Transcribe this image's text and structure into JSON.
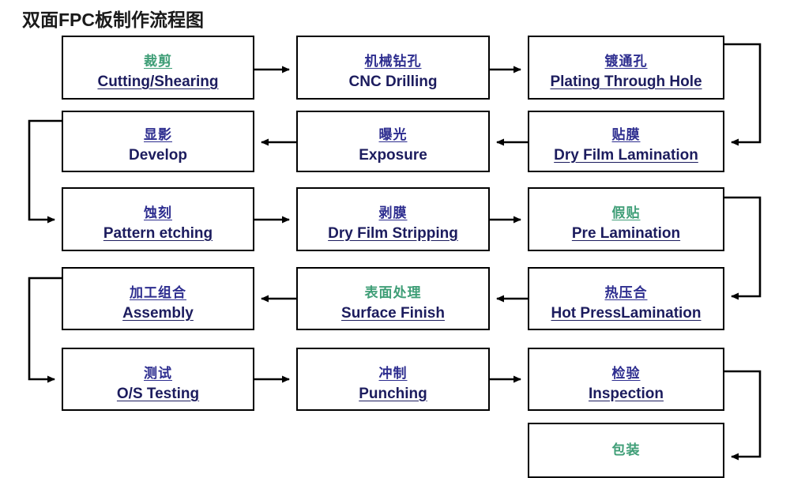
{
  "diagram": {
    "title": "双面FPC板制作流程图",
    "title_en_hint": "Double-sided FPC board manufacturing process flow chart",
    "nodes": [
      {
        "id": "cutting",
        "cn": "裁剪",
        "en": "Cutting/Shearing",
        "cn_color": "#3f9e77",
        "en_color": "#1c1c5e",
        "row": 1,
        "col": 1
      },
      {
        "id": "drilling",
        "cn": "机械钻孔",
        "en": "CNC Drilling",
        "cn_color": "#2d2d8f",
        "en_color": "#1c1c5e",
        "row": 1,
        "col": 2
      },
      {
        "id": "pth",
        "cn": "镀通孔",
        "en": "Plating Through Hole",
        "cn_color": "#2d2d8f",
        "en_color": "#1c1c5e",
        "row": 1,
        "col": 3
      },
      {
        "id": "develop",
        "cn": "显影",
        "en": "Develop",
        "cn_color": "#2d2d8f",
        "en_color": "#1c1c5e",
        "row": 2,
        "col": 1
      },
      {
        "id": "exposure",
        "cn": "曝光",
        "en": "Exposure",
        "cn_color": "#2d2d8f",
        "en_color": "#1c1c5e",
        "row": 2,
        "col": 2
      },
      {
        "id": "dfl",
        "cn": "贴膜",
        "en": "Dry Film Lamination",
        "cn_color": "#2d2d8f",
        "en_color": "#1c1c5e",
        "row": 2,
        "col": 3
      },
      {
        "id": "etching",
        "cn": "蚀刻",
        "en": "Pattern etching",
        "cn_color": "#2d2d8f",
        "en_color": "#1c1c5e",
        "row": 3,
        "col": 1
      },
      {
        "id": "stripping",
        "cn": "剥膜",
        "en": "Dry Film Stripping",
        "cn_color": "#2d2d8f",
        "en_color": "#1c1c5e",
        "row": 3,
        "col": 2
      },
      {
        "id": "prelam",
        "cn": "假贴",
        "en": "Pre Lamination",
        "cn_color": "#3f9e77",
        "en_color": "#1c1c5e",
        "row": 3,
        "col": 3
      },
      {
        "id": "assembly",
        "cn": "加工组合",
        "en": "Assembly",
        "cn_color": "#2d2d8f",
        "en_color": "#1c1c5e",
        "row": 4,
        "col": 1
      },
      {
        "id": "surface",
        "cn": "表面处理",
        "en": "Surface  Finish",
        "cn_color": "#3f9e77",
        "en_color": "#1c1c5e",
        "row": 4,
        "col": 2
      },
      {
        "id": "hotpress",
        "cn": "热压合",
        "en": "Hot PressLamination",
        "cn_color": "#2d2d8f",
        "en_color": "#1c1c5e",
        "row": 4,
        "col": 3
      },
      {
        "id": "ostest",
        "cn": "测试",
        "en": "O/S Testing",
        "cn_color": "#2d2d8f",
        "en_color": "#1c1c5e",
        "row": 5,
        "col": 1
      },
      {
        "id": "punching",
        "cn": "冲制",
        "en": "Punching",
        "cn_color": "#2d2d8f",
        "en_color": "#1c1c5e",
        "row": 5,
        "col": 2
      },
      {
        "id": "inspection",
        "cn": "检验",
        "en": "Inspection",
        "cn_color": "#2d2d8f",
        "en_color": "#1c1c5e",
        "row": 5,
        "col": 3
      },
      {
        "id": "packing",
        "cn": "包装",
        "en": "",
        "cn_color": "#3f9e77",
        "en_color": "#1c1c5e",
        "row": 6,
        "col": 3
      }
    ],
    "flow_order": [
      "cutting",
      "drilling",
      "pth",
      "dfl",
      "exposure",
      "develop",
      "etching",
      "stripping",
      "prelam",
      "hotpress",
      "surface",
      "assembly",
      "ostest",
      "punching",
      "inspection",
      "packing"
    ],
    "colors": {
      "box_border": "#000000",
      "box_fill": "#ffffff",
      "connector": "#000000",
      "title": "#1a1a1a",
      "accent_blue": "#2d2d8f",
      "accent_green": "#3f9e77",
      "english_blue": "#1c1c5e",
      "background": "#ffffff"
    }
  }
}
